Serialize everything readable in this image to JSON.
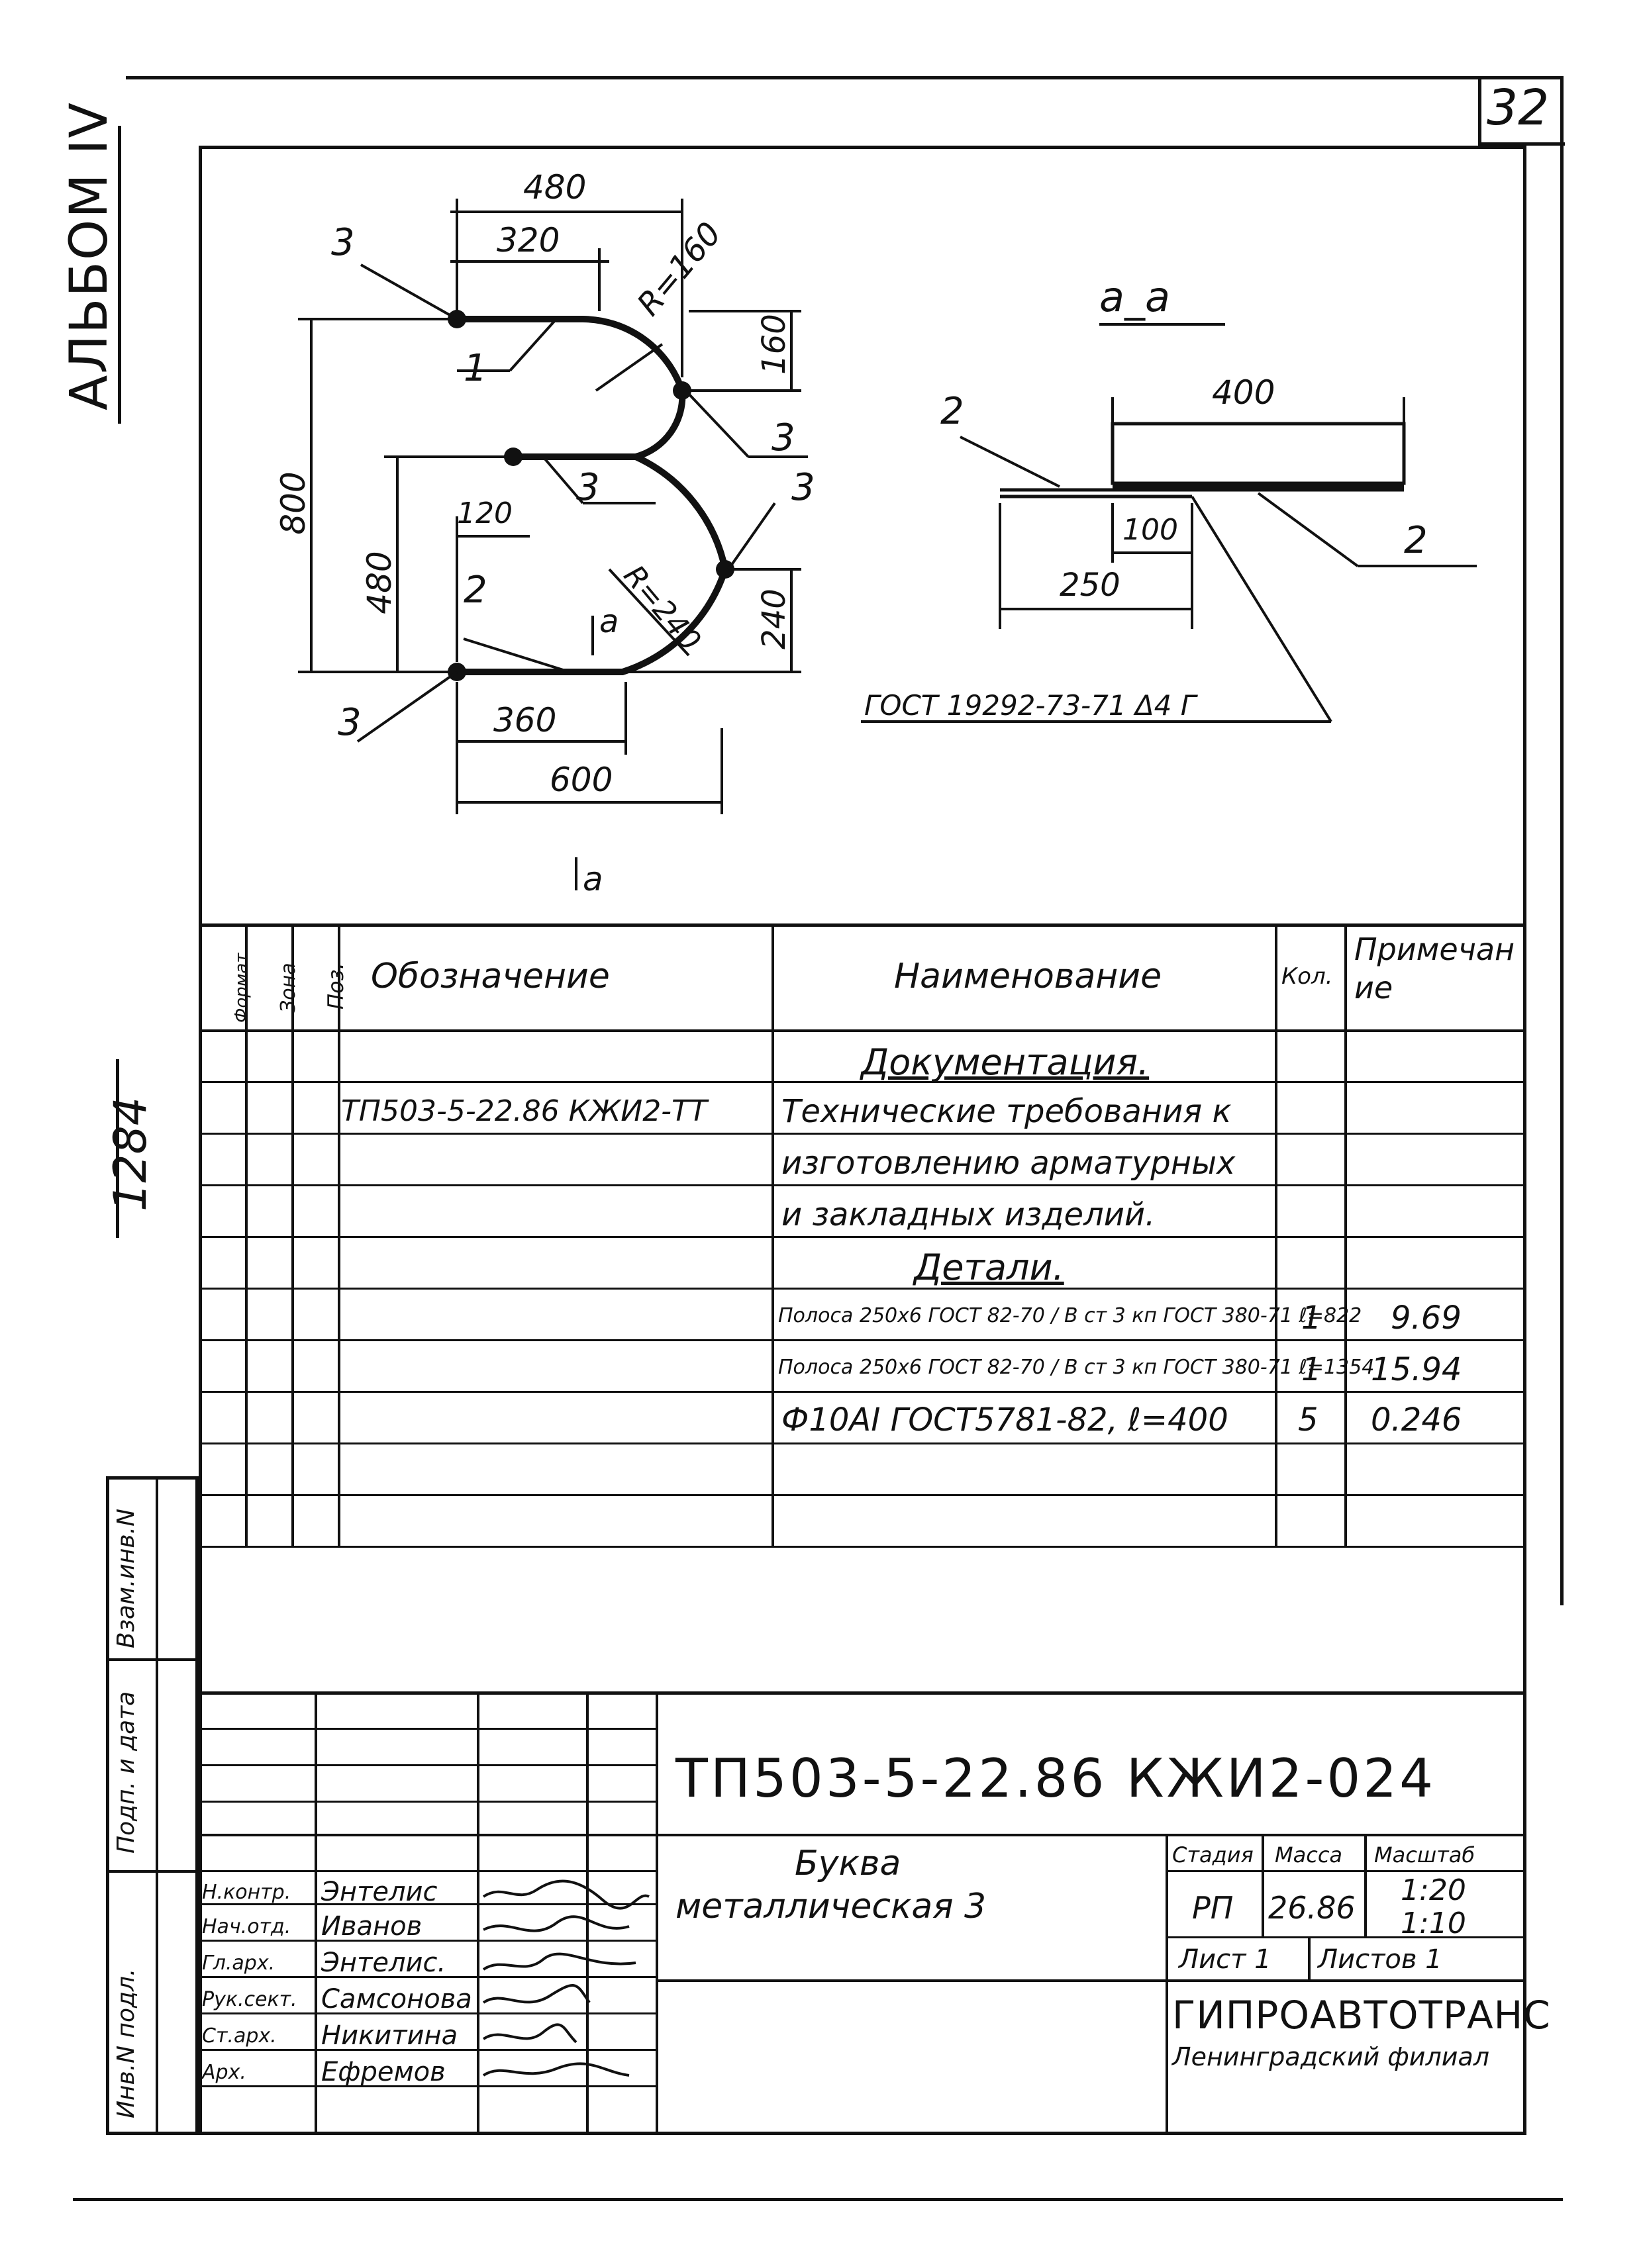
{
  "sheet_number": "32",
  "album": "АЛЬБОМ IV",
  "side_code": "1284",
  "side_stamp": {
    "vzam_inv": "Взам.инв.N",
    "podp_data": "Подп. и дата",
    "inv_podl": "Инв.N подл."
  },
  "drawing": {
    "plan": {
      "dim_480": "480",
      "dim_320": "320",
      "radius_top": "R=160",
      "dim_160": "160",
      "dim_800": "800",
      "dim_480_left": "480",
      "dim_120": "120",
      "radius_bottom": "R=240",
      "dim_240": "240",
      "dim_360": "360",
      "dim_600": "600",
      "pos_3a": "3",
      "pos_1": "1",
      "pos_3b": "3",
      "pos_3c": "3",
      "pos_3d": "3",
      "pos_2": "2",
      "pos_3e": "3",
      "section_mark_top": "а",
      "section_mark_bottom": "а"
    },
    "section": {
      "title": "а_а",
      "dim_400": "400",
      "dim_100": "100",
      "dim_250": "250",
      "pos_2_left": "2",
      "pos_2_right": "2",
      "weld_note": "ГОСТ 19292-73-71 Δ4 Г"
    }
  },
  "spec_table": {
    "headers": {
      "format": "Формат",
      "zone": "Зона",
      "pos": "Поз.",
      "designation": "Обозначение",
      "name": "Наименование",
      "qty": "Кол.",
      "note": "Примечание"
    },
    "rows": [
      {
        "designation": "",
        "name": "Документация.",
        "qty": "",
        "note": ""
      },
      {
        "designation": "ТП503-5-22.86 КЖИ2-ТТ",
        "name": "Технические требования к",
        "qty": "",
        "note": ""
      },
      {
        "designation": "",
        "name": "изготовлению арматурных",
        "qty": "",
        "note": ""
      },
      {
        "designation": "",
        "name": "и закладных изделий.",
        "qty": "",
        "note": ""
      },
      {
        "designation": "",
        "name": "Детали.",
        "qty": "",
        "note": ""
      },
      {
        "designation": "",
        "name": "Полоса 250х6 ГОСТ 82-70 / В ст 3 кп ГОСТ 380-71 ℓ=822",
        "qty": "1",
        "note": "9.69"
      },
      {
        "designation": "",
        "name": "Полоса 250х6 ГОСТ 82-70 / В ст 3 кп ГОСТ 380-71 ℓ=1354",
        "qty": "1",
        "note": "15.94"
      },
      {
        "designation": "",
        "name": "Ф10АI ГОСТ5781-82, ℓ=400",
        "qty": "5",
        "note": "0.246"
      },
      {
        "designation": "",
        "name": "",
        "qty": "",
        "note": ""
      },
      {
        "designation": "",
        "name": "",
        "qty": "",
        "note": ""
      }
    ]
  },
  "title_block": {
    "code": "ТП503-5-22.86 КЖИ2-024",
    "object_name_line1": "Буква",
    "object_name_line2": "металлическая 3",
    "stage_label": "Стадия",
    "mass_label": "Масса",
    "scale_label": "Масштаб",
    "stage": "РП",
    "mass": "26.86",
    "scale1": "1:20",
    "scale2": "1:10",
    "sheet_label": "Лист 1",
    "sheets_label": "Листов 1",
    "org_name": "ГИПРОАВТОТРАНС",
    "org_branch": "Ленинградский филиал",
    "signatures": [
      {
        "role": "Н.контр.",
        "name": "Энтелис"
      },
      {
        "role": "Нач.отд.",
        "name": "Иванов"
      },
      {
        "role": "Гл.арх.",
        "name": "Энтелис."
      },
      {
        "role": "Рук.сект.",
        "name": "Самсонова"
      },
      {
        "role": "Ст.арх.",
        "name": "Никитина"
      },
      {
        "role": "Арх.",
        "name": "Ефремов"
      }
    ]
  }
}
